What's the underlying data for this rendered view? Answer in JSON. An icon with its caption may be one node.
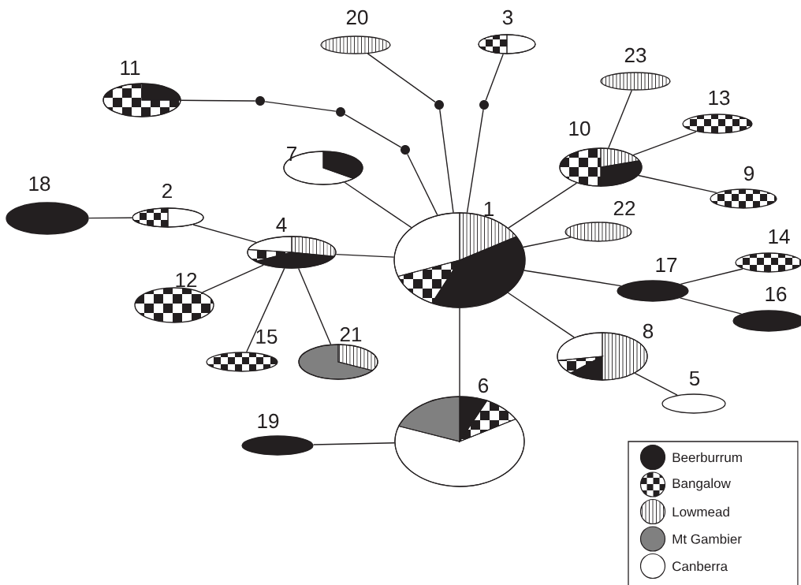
{
  "diagram": {
    "nodes": [
      {
        "text": [
          "1"
        ]
      },
      {
        "text": [
          "2"
        ]
      },
      {
        "text": [
          "3"
        ]
      },
      {
        "text": [
          "4"
        ]
      },
      {
        "text": [
          "5"
        ]
      },
      {
        "text": [
          "6"
        ]
      },
      {
        "text": [
          "7"
        ]
      },
      {
        "text": [
          "8"
        ]
      },
      {
        "text": [
          "9"
        ]
      },
      {
        "text": [
          "10"
        ]
      },
      {
        "text": [
          "11"
        ]
      },
      {
        "text": [
          "12"
        ]
      },
      {
        "text": [
          "13"
        ]
      },
      {
        "text": [
          "14"
        ]
      },
      {
        "text": [
          "15"
        ]
      },
      {
        "text": [
          "16"
        ]
      },
      {
        "text": [
          "17"
        ]
      },
      {
        "text": [
          "18"
        ]
      },
      {
        "text": [
          "19"
        ]
      },
      {
        "text": [
          "20"
        ]
      },
      {
        "text": [
          "21"
        ]
      },
      {
        "text": [
          "22"
        ]
      },
      {
        "text": [
          "23"
        ]
      },
      {
        "text": [],
        "shape": "circle"
      },
      {
        "text": [],
        "shape": "circle"
      },
      {
        "text": [],
        "shape": "circle"
      },
      {
        "text": [],
        "shape": "circle"
      },
      {
        "text": [],
        "shape": "circle"
      }
    ],
    "edges": [
      {
        "from": 10,
        "to": 23,
        "arrow": "none"
      },
      {
        "from": 23,
        "to": 24,
        "arrow": "none"
      },
      {
        "from": 24,
        "to": 25,
        "arrow": "none"
      },
      {
        "from": 25,
        "to": 0,
        "arrow": "none"
      },
      {
        "from": 19,
        "to": 26,
        "arrow": "none"
      },
      {
        "from": 26,
        "to": 0,
        "arrow": "none"
      },
      {
        "from": 2,
        "to": 27,
        "arrow": "none"
      },
      {
        "from": 27,
        "to": 0,
        "arrow": "none"
      },
      {
        "from": 6,
        "to": 0,
        "arrow": "none"
      },
      {
        "from": 9,
        "to": 0,
        "arrow": "none"
      },
      {
        "from": 22,
        "to": 9,
        "arrow": "none"
      },
      {
        "from": 9,
        "to": 12,
        "arrow": "none"
      },
      {
        "from": 9,
        "to": 8,
        "arrow": "none"
      },
      {
        "from": 21,
        "to": 0,
        "arrow": "none"
      },
      {
        "from": 16,
        "to": 0,
        "arrow": "none"
      },
      {
        "from": 16,
        "to": 13,
        "arrow": "none"
      },
      {
        "from": 16,
        "to": 15,
        "arrow": "none"
      },
      {
        "from": 7,
        "to": 0,
        "arrow": "none"
      },
      {
        "from": 7,
        "to": 4,
        "arrow": "none"
      },
      {
        "from": 5,
        "to": 0,
        "arrow": "none"
      },
      {
        "from": 18,
        "to": 5,
        "arrow": "none"
      },
      {
        "from": 3,
        "to": 0,
        "arrow": "none"
      },
      {
        "from": 1,
        "to": 3,
        "arrow": "none"
      },
      {
        "from": 17,
        "to": 1,
        "arrow": "none"
      },
      {
        "from": 3,
        "to": 11,
        "arrow": "none"
      },
      {
        "from": 3,
        "to": 14,
        "arrow": "none"
      },
      {
        "from": 3,
        "to": 20,
        "arrow": "none"
      }
    ],
    "legend": [
      {
        "text": "Beerburrum",
        "color": "#231f20"
      },
      {
        "text": "Bangalow"
      },
      {
        "text": "Lowmead"
      },
      {
        "text": "Mt Gambier",
        "color": "#808080"
      },
      {
        "text": "Canberra"
      }
    ]
  }
}
